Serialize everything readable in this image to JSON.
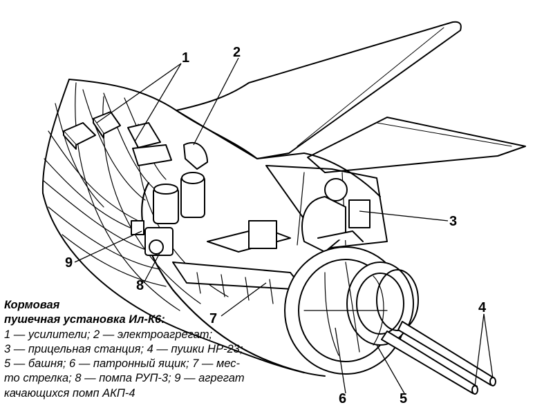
{
  "caption": {
    "title_line1": "Кормовая",
    "title_line2": "пушечная установка Ил-К6:",
    "legend_lines": [
      "1 — усилители; 2 — электроагрегат;",
      "3 — прицельная станция; 4 — пушки НР-23;",
      "5 — башня; 6 — патронный ящик; 7 — мес-",
      "то стрелка; 8 — помпа РУП-3; 9 — агрегат",
      "качающихся помп АКП-4"
    ]
  },
  "callouts": [
    "1",
    "2",
    "3",
    "4",
    "5",
    "6",
    "7",
    "8",
    "9"
  ]
}
